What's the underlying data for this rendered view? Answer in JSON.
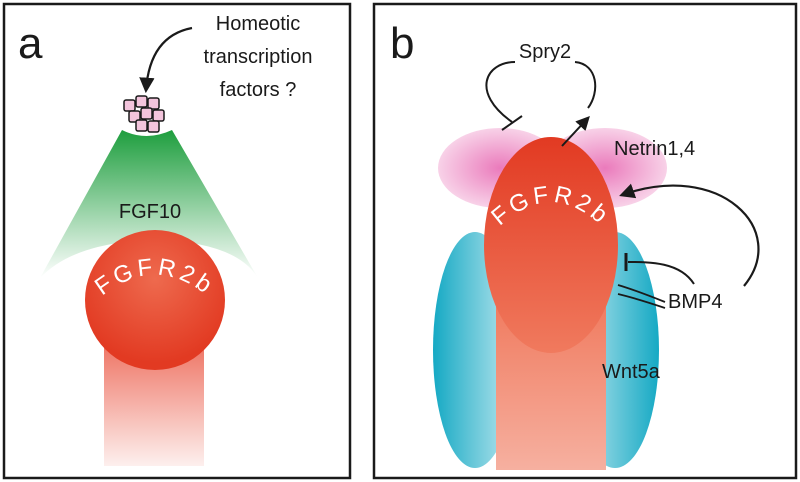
{
  "panel_a": {
    "letter": "a",
    "annotation_lines": [
      "Homeotic",
      "transcription",
      "factors ?"
    ],
    "signal_label": "FGF10",
    "bud_receptor_label": "FGFR2b"
  },
  "panel_b": {
    "letter": "b",
    "spry_label": "Spry2",
    "netrin_label": "Netrin1,4",
    "bud_receptor_label": "FGFR2b",
    "bmp_label": "BMP4",
    "wnt_label": "Wnt5a"
  },
  "colors": {
    "fgf_green": "#1e9e3e",
    "bud_red": "#e8402a",
    "netrin_pink": "#e86cb4",
    "wnt_cyan": "#15a9c4",
    "outline": "#1a1a1a"
  }
}
